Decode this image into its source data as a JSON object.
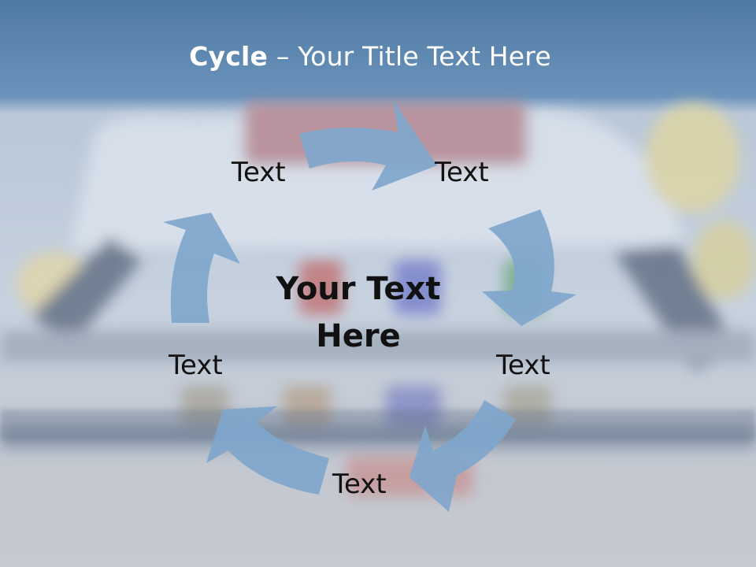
{
  "title": {
    "bold": "Cycle",
    "rest": " – Your Title Text Here"
  },
  "center": {
    "line1": "Your Text",
    "line2": "Here"
  },
  "nodes": [
    {
      "label": "Text"
    },
    {
      "label": "Text"
    },
    {
      "label": "Text"
    },
    {
      "label": "Text"
    },
    {
      "label": "Text"
    }
  ],
  "colors": {
    "arrow": "#7fa6cc",
    "title_band": "#5f8cb5",
    "text": "#111111"
  }
}
